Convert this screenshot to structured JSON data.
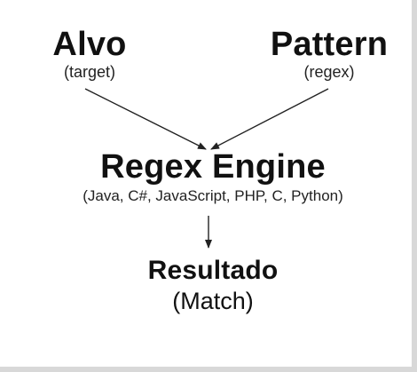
{
  "nodes": {
    "alvo": {
      "title": "Alvo",
      "subtitle": "(target)"
    },
    "pattern": {
      "title": "Pattern",
      "subtitle": "(regex)"
    },
    "engine": {
      "title": "Regex Engine",
      "subtitle": "(Java, C#, JavaScript, PHP, C, Python)"
    },
    "result": {
      "title": "Resultado",
      "subtitle": "(Match)"
    }
  },
  "edges": [
    {
      "from": "alvo",
      "to": "engine"
    },
    {
      "from": "pattern",
      "to": "engine"
    },
    {
      "from": "engine",
      "to": "result"
    }
  ],
  "colors": {
    "text": "#111111",
    "arrow": "#222222",
    "background": "#ffffff",
    "frame": "#d8d8d8"
  }
}
